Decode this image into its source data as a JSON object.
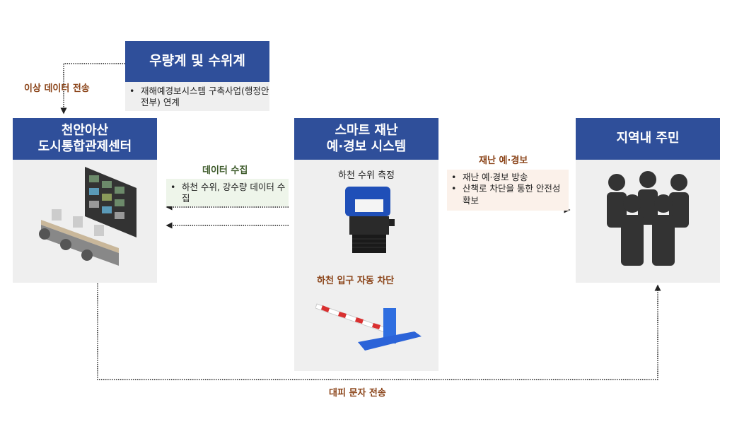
{
  "rain_gauge": {
    "title": "우량계 및 수위계",
    "bullets": [
      "재해예경보시스템 구축사업(행정안전부) 연계"
    ]
  },
  "control_center": {
    "title_line1": "천안아산",
    "title_line2": "도시통합관제센터"
  },
  "smart_system": {
    "title_line1": "스마트 재난",
    "title_line2": "예·경보 시스템",
    "sensor_caption": "하천 수위 측정"
  },
  "residents": {
    "title": "지역내 주민"
  },
  "flows": {
    "abnormal_data": "이상 데이터 전송",
    "data_collection": {
      "label": "데이터 수집",
      "bullets": [
        "하천 수위, 강수량 데이터 수집"
      ]
    },
    "disaster_alert": {
      "label": "재난 예·경보",
      "bullets": [
        "재난 예·경보 방송",
        "산책로 차단을 통한 안전성 확보"
      ]
    },
    "auto_block": "하천 입구 자동 차단",
    "evacuation_sms": "대피 문자 전송"
  },
  "colors": {
    "header": "#2f4f9a",
    "panel": "#efefef",
    "brown": "#8b4419",
    "green": "#3d5a2a"
  }
}
